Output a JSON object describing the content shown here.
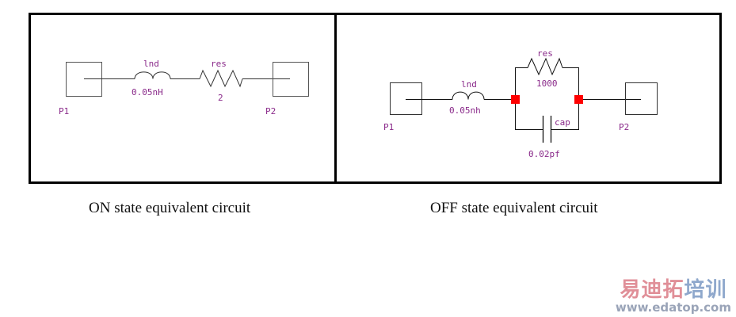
{
  "on_circuit": {
    "caption": "ON state equivalent circuit",
    "port1": "P1",
    "port2": "P2",
    "inductor": {
      "name": "lnd",
      "value": "0.05nH"
    },
    "resistor": {
      "name": "res",
      "value": "2"
    }
  },
  "off_circuit": {
    "caption": "OFF state equivalent circuit",
    "port1": "P1",
    "port2": "P2",
    "inductor": {
      "name": "lnd",
      "value": "0.05nh"
    },
    "resistor": {
      "name": "res",
      "value": "1000"
    },
    "capacitor": {
      "name": "cap",
      "value": "0.02pf"
    }
  },
  "colors": {
    "wire": "#000000",
    "label": "#8a2a8a",
    "node": "#ff0000",
    "border": "#000000"
  },
  "watermark": {
    "cn_part1": "易迪拓",
    "cn_part2": "培训",
    "url": "www.edatop.com"
  }
}
